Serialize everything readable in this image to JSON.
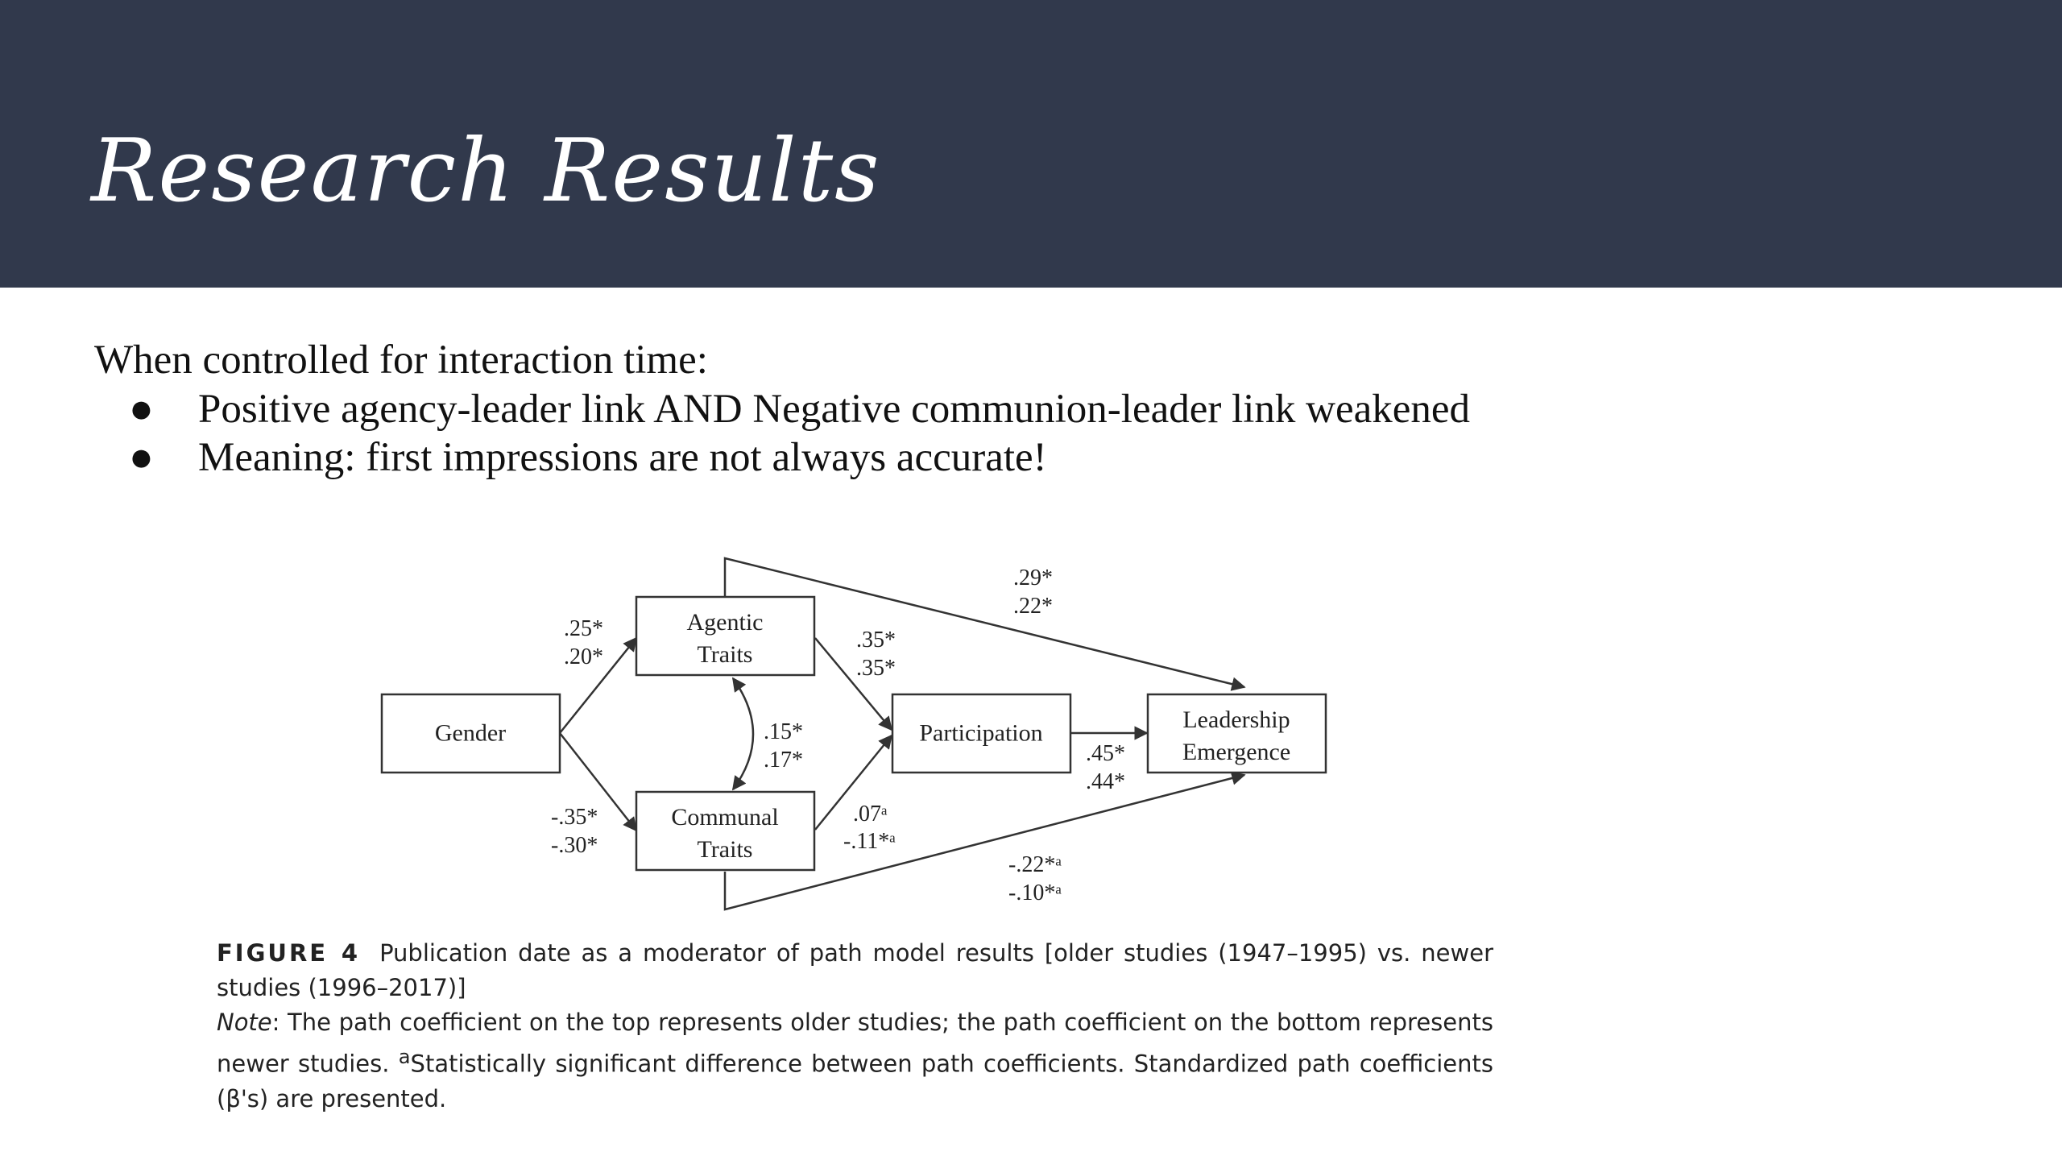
{
  "slide": {
    "title": "Research Results",
    "intro": "When controlled for interaction time:",
    "bullets": [
      "Positive agency-leader link AND Negative communion-leader link weakened",
      "Meaning: first impressions are not always accurate!"
    ],
    "bullet_symbol": "●"
  },
  "colors": {
    "header_bg": "#31394c",
    "title_text": "#ffffff",
    "body_text": "#111111"
  },
  "diagram": {
    "nodes": {
      "gender": [
        "Gender"
      ],
      "agentic": [
        "Agentic",
        "Traits"
      ],
      "communal": [
        "Communal",
        "Traits"
      ],
      "participation": [
        "Participation"
      ],
      "leadership": [
        "Leadership",
        "Emergence"
      ]
    },
    "coefficients": {
      "gender_agentic": [
        ".25*",
        ".20*"
      ],
      "gender_communal": [
        "-.35*",
        "-.30*"
      ],
      "agentic_communal": [
        ".15*",
        ".17*"
      ],
      "agentic_participation": [
        ".35*",
        ".35*"
      ],
      "communal_participation": [
        ".07ᵃ",
        "-.11*ᵃ"
      ],
      "participation_leadership": [
        ".45*",
        ".44*"
      ],
      "agentic_leadership": [
        ".29*",
        ".22*"
      ],
      "communal_leadership": [
        "-.22*ᵃ",
        "-.10*ᵃ"
      ]
    }
  },
  "caption": {
    "figure_label": "FIGURE 4",
    "figure_text": "Publication date as a moderator of path model results [older studies (1947–1995) vs. newer studies (1996–2017)]",
    "note_label": "Note",
    "note_text": ": The path coefficient on the top represents older studies; the path coefficient on the bottom represents newer studies. ",
    "superscript": "a",
    "note_text_2": "Statistically significant difference between path coefficients. Standardized path coefficients (β's) are presented."
  }
}
